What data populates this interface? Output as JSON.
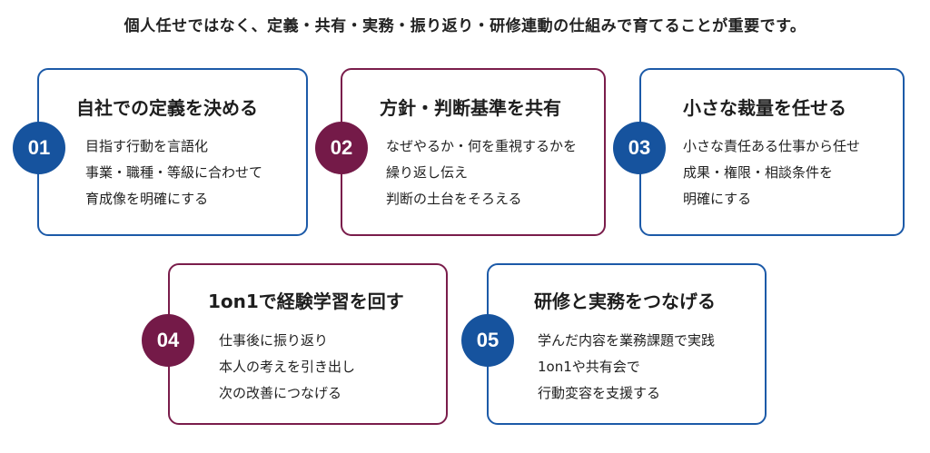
{
  "headline": "個人任せではなく、定義・共有・実務・振り返り・研修連動の仕組みで育てることが重要です。",
  "colors": {
    "blue": "#16539e",
    "plum": "#741a48"
  },
  "cards": [
    {
      "number": "01",
      "title": "自社での定義を決める",
      "lines": [
        "目指す行動を言語化",
        "事業・職種・等級に合わせて",
        "育成像を明確にする"
      ],
      "color": "blue"
    },
    {
      "number": "02",
      "title": "方針・判断基準を共有",
      "lines": [
        "なぜやるか・何を重視するかを",
        "繰り返し伝え",
        "判断の土台をそろえる"
      ],
      "color": "plum"
    },
    {
      "number": "03",
      "title": "小さな裁量を任せる",
      "lines": [
        "小さな責任ある仕事から任せ",
        "成果・権限・相談条件を",
        "明確にする"
      ],
      "color": "blue"
    },
    {
      "number": "04",
      "title": "1on1で経験学習を回す",
      "lines": [
        "仕事後に振り返り",
        "本人の考えを引き出し",
        "次の改善につなげる"
      ],
      "color": "plum"
    },
    {
      "number": "05",
      "title": "研修と実務をつなげる",
      "lines": [
        "学んだ内容を業務課題で実践",
        "1on1や共有会で",
        "行動変容を支援する"
      ],
      "color": "blue"
    }
  ]
}
